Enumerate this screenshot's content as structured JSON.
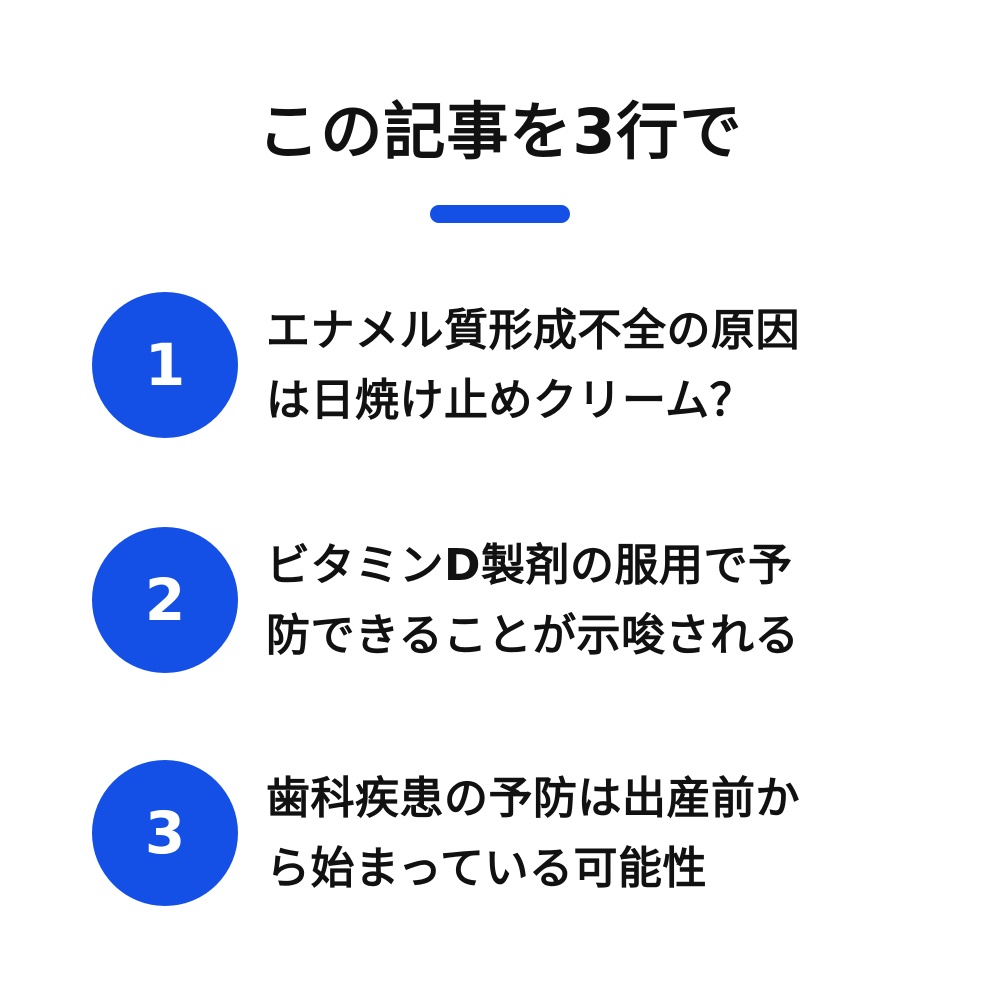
{
  "title": "この記事を3行で",
  "colors": {
    "accent": "#1450e6",
    "text": "#111111",
    "background": "#ffffff"
  },
  "items": [
    {
      "number": "1",
      "lines": [
        "エナメル質形成不全の原因",
        "は日焼け止めクリーム？"
      ]
    },
    {
      "number": "2",
      "lines": [
        "ビタミンD製剤の服用で予",
        "防できることが示唆される"
      ]
    },
    {
      "number": "3",
      "lines": [
        "歯科疾患の予防は出産前か",
        "ら始まっている可能性"
      ]
    }
  ]
}
